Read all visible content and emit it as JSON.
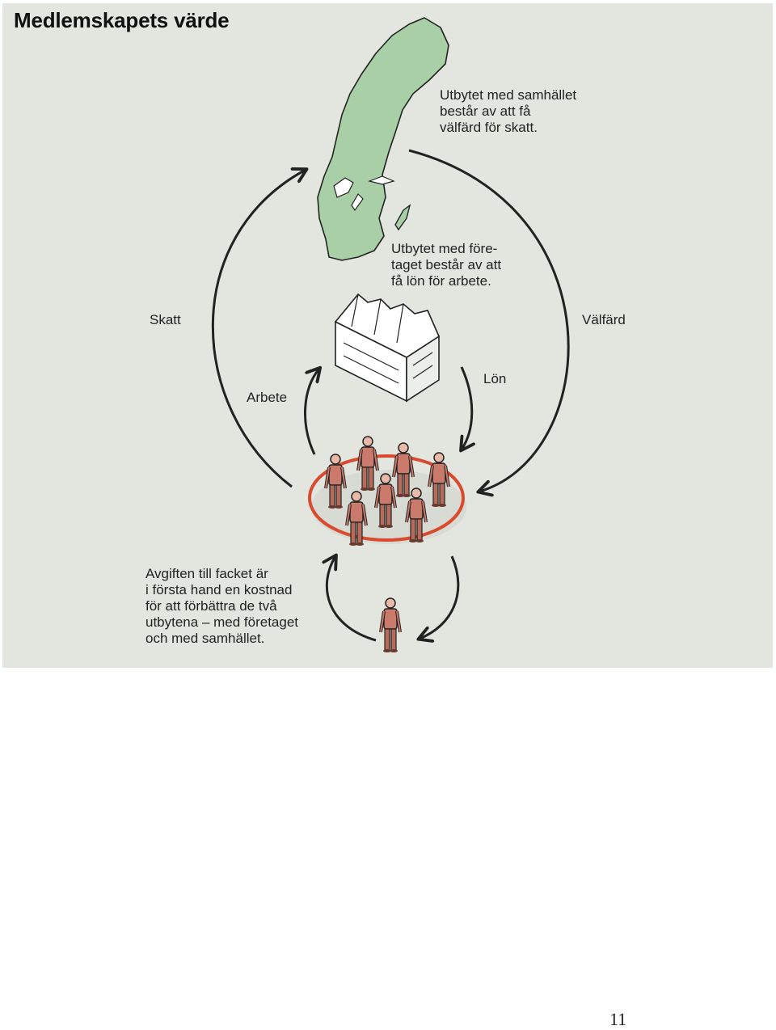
{
  "title": "Medlemskapets värde",
  "labels": {
    "society_exchange": "Utbytet med samhället\nbestår av att få\nvälfärd för skatt.",
    "company_exchange": "Utbytet med före-\ntaget består av att\nfå lön för arbete.",
    "tax": "Skatt",
    "welfare": "Välfärd",
    "work": "Arbete",
    "salary": "Lön",
    "fee_text": "Avgiften till facket är\ni första hand en kostnad\nför att förbättra de två\nutbytena – med företaget\noch med samhället."
  },
  "page_number": "11",
  "colors": {
    "background": "#e3e6df",
    "sweden_fill": "#a9cfa6",
    "people_fill": "#c97a6a",
    "circle": "#d94a2e",
    "arrow": "#222222"
  }
}
